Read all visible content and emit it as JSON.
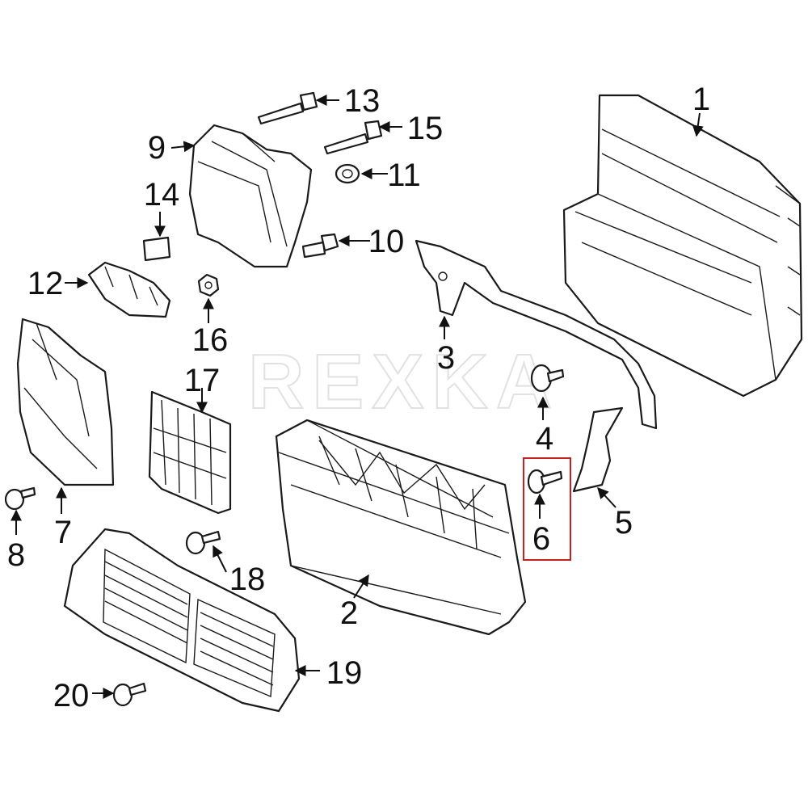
{
  "diagram": {
    "watermark": "REXKA",
    "highlighted_callout": "6",
    "highlight_color": "#c81e1e",
    "callouts": {
      "c1": "1",
      "c2": "2",
      "c3": "3",
      "c4": "4",
      "c5": "5",
      "c6": "6",
      "c7": "7",
      "c8": "8",
      "c9": "9",
      "c10": "10",
      "c11": "11",
      "c12": "12",
      "c13": "13",
      "c14": "14",
      "c15": "15",
      "c16": "16",
      "c17": "17",
      "c18": "18",
      "c19": "19",
      "c20": "20"
    }
  }
}
